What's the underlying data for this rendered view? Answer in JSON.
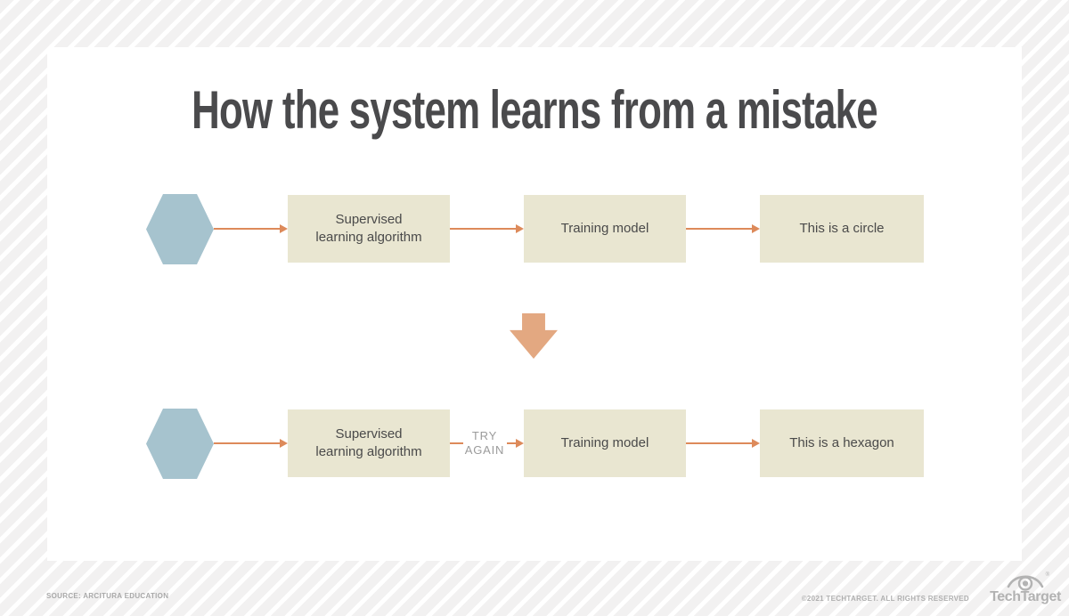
{
  "title": "How the system learns from a mistake",
  "colors": {
    "arrow_orange": "#dd8a5a",
    "down_arrow_orange": "#e3a881",
    "hexagon_blue": "#a6c3ce",
    "box_beige": "#e9e6d1",
    "title_gray": "#4a4a4c",
    "box_text_gray": "#4a4a4a",
    "retry_gray": "#9b9b9b",
    "footer_gray": "#b0b0b0"
  },
  "flow_first_attempt": {
    "input_icon": "hexagon",
    "step1": {
      "line1": "Supervised",
      "line2": "learning algorithm"
    },
    "step2": {
      "label": "Training model"
    },
    "step3": {
      "label": "This is a circle"
    }
  },
  "flow_second_attempt": {
    "input_icon": "hexagon",
    "step1": {
      "line1": "Supervised",
      "line2": "learning algorithm"
    },
    "retry": {
      "line1": "TRY",
      "line2": "AGAIN"
    },
    "step2": {
      "label": "Training model"
    },
    "step3": {
      "label": "This is a hexagon"
    }
  },
  "footer": {
    "source": "SOURCE: ARCITURA EDUCATION",
    "copyright": "©2021 TECHTARGET. ALL RIGHTS RESERVED",
    "brand": "TechTarget",
    "registered_mark": "®"
  }
}
